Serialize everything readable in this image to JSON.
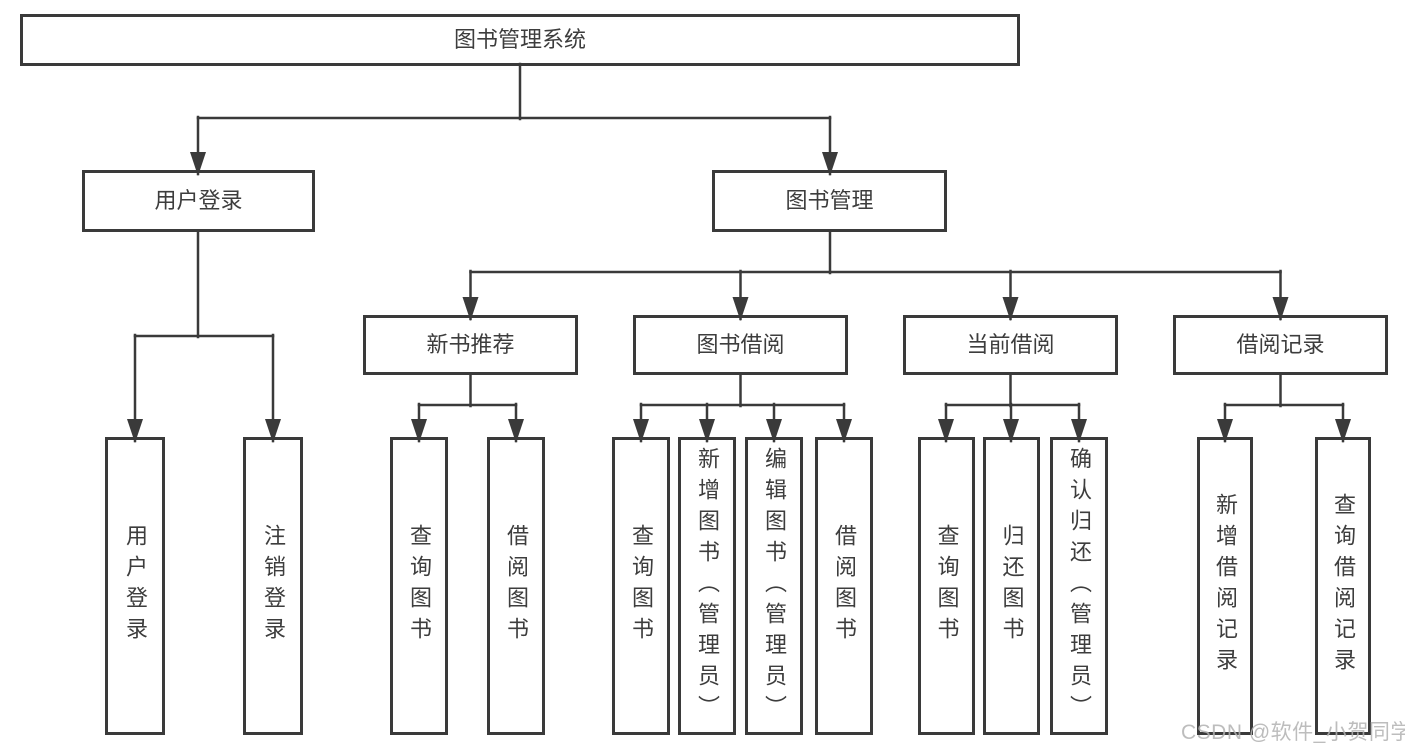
{
  "diagram": {
    "title": "图书管理系统",
    "level2": {
      "user_login": "用户登录",
      "book_mgmt": "图书管理"
    },
    "level3": {
      "new_books": "新书推荐",
      "book_borrow": "图书借阅",
      "current_borrow": "当前借阅",
      "borrow_records": "借阅记录"
    },
    "leaves": {
      "user_login_leaf": "用户登录",
      "logout": "注销登录",
      "nb_query": "查询图书",
      "nb_borrow": "借阅图书",
      "bb_query": "查询图书",
      "bb_add": "新增图书（管理员）",
      "bb_edit": "编辑图书（管理员）",
      "bb_borrow": "借阅图书",
      "cb_query": "查询图书",
      "cb_return": "归还图书",
      "cb_confirm": "确认归还（管理员）",
      "br_add": "新增借阅记录",
      "br_query": "查询借阅记录"
    }
  },
  "watermark": "CSDN @软件_小贺同学",
  "colors": {
    "line": "#3a3a3a",
    "text": "#3d3d3d",
    "watermark": "#b2b2b2"
  }
}
